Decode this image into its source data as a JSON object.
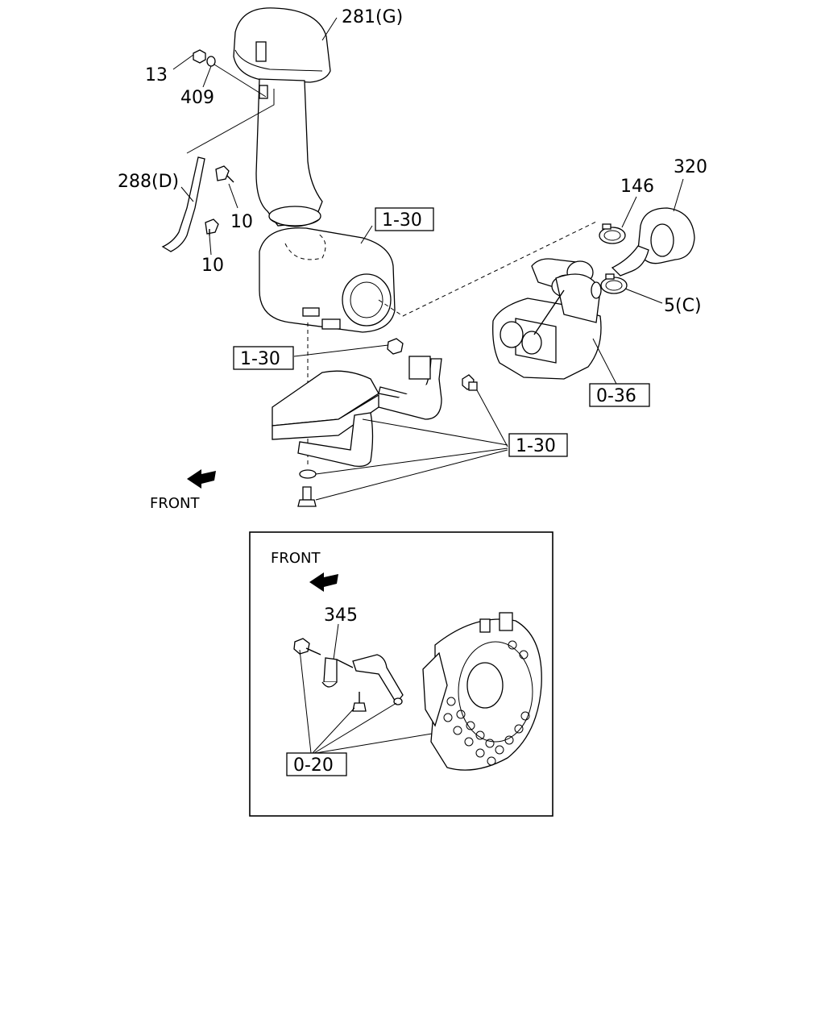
{
  "main_view": {
    "labels": {
      "p281": "281(G)",
      "p13": "13",
      "p409": "409",
      "p288": "288(D)",
      "p10a": "10",
      "p10b": "10",
      "p146": "146",
      "p320": "320",
      "p5": "5(C)"
    },
    "ref_boxes": {
      "r1": "1-30",
      "r2": "1-30",
      "r3": "1-30",
      "r4": "0-36"
    },
    "front_label": "FRONT"
  },
  "inset_view": {
    "front_label": "FRONT",
    "labels": {
      "p345": "345"
    },
    "ref_boxes": {
      "r1": "0-20"
    }
  }
}
